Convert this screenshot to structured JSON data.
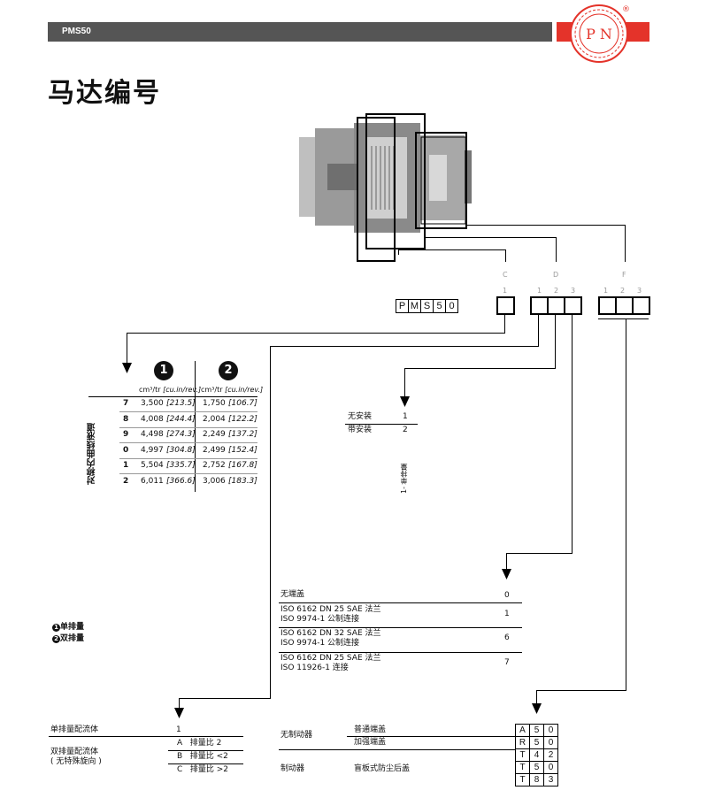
{
  "header": {
    "model": "PMS50",
    "logo_text": "P N",
    "registered": "®"
  },
  "page_title": "马达编号",
  "code_boxes": [
    "P",
    "M",
    "S",
    "5",
    "0"
  ],
  "groups": {
    "C": {
      "label": "C",
      "positions": [
        "1"
      ]
    },
    "D": {
      "label": "D",
      "positions": [
        "1",
        "2",
        "3"
      ]
    },
    "F": {
      "label": "F",
      "positions": [
        "1",
        "2",
        "3"
      ]
    }
  },
  "displacement_table": {
    "side_label": "对称内曲线液道",
    "col_markers": [
      "1",
      "2"
    ],
    "units": "cm³/tr",
    "units_alt": "[cu.in/rev.]",
    "rows": [
      {
        "code": "7",
        "v1": "3,500",
        "v1b": "[213.5]",
        "v2": "1,750",
        "v2b": "[106.7]"
      },
      {
        "code": "8",
        "v1": "4,008",
        "v1b": "[244.4]",
        "v2": "2,004",
        "v2b": "[122.2]"
      },
      {
        "code": "9",
        "v1": "4,498",
        "v1b": "[274.3]",
        "v2": "2,249",
        "v2b": "[137.2]"
      },
      {
        "code": "0",
        "v1": "4,997",
        "v1b": "[304.8]",
        "v2": "2,499",
        "v2b": "[152.4]"
      },
      {
        "code": "1",
        "v1": "5,504",
        "v1b": "[335.7]",
        "v2": "2,752",
        "v2b": "[167.8]"
      },
      {
        "code": "2",
        "v1": "6,011",
        "v1b": "[366.6]",
        "v2": "3,006",
        "v2b": "[183.3]"
      }
    ]
  },
  "legend": [
    {
      "marker": "1",
      "text": "单排量"
    },
    {
      "marker": "2",
      "text": "双排量"
    }
  ],
  "install_table": {
    "rows": [
      {
        "label": "无安装",
        "code": "1"
      },
      {
        "label": "带安装",
        "code": "2"
      }
    ],
    "note": "1- 单排量"
  },
  "connection_table": {
    "rows": [
      {
        "lines": [
          "无端盖"
        ],
        "code": "0"
      },
      {
        "lines": [
          "ISO 6162 DN 25 SAE 法兰",
          "ISO 9974-1 公制连接"
        ],
        "code": "1"
      },
      {
        "lines": [
          "ISO 6162 DN 32 SAE 法兰",
          "ISO 9974-1 公制连接"
        ],
        "code": "6"
      },
      {
        "lines": [
          "ISO 6162 DN 25 SAE 法兰",
          "ISO 11926-1 连接"
        ],
        "code": "7"
      }
    ]
  },
  "flow_table": {
    "single": {
      "label": "单排量配流体",
      "code": "1"
    },
    "dual": {
      "label": "双排量配流体",
      "label2": "( 无特殊旋向 )",
      "options": [
        {
          "code": "A",
          "text": "排量比  2"
        },
        {
          "code": "B",
          "text": "排量比 <2"
        },
        {
          "code": "C",
          "text": "排量比 >2"
        }
      ]
    }
  },
  "brake_table": {
    "groups": [
      {
        "label": "无制动器",
        "items": [
          "普通端盖",
          "加强端盖"
        ]
      },
      {
        "label": "制动器",
        "items": [
          "盲板式防尘后盖"
        ]
      }
    ],
    "codes": [
      [
        "A",
        "5",
        "0"
      ],
      [
        "R",
        "5",
        "0"
      ],
      [
        "T",
        "4",
        "2"
      ],
      [
        "T",
        "5",
        "0"
      ],
      [
        "T",
        "8",
        "3"
      ]
    ]
  },
  "colors": {
    "header_gray": "#555555",
    "brand_red": "#e4332a"
  }
}
